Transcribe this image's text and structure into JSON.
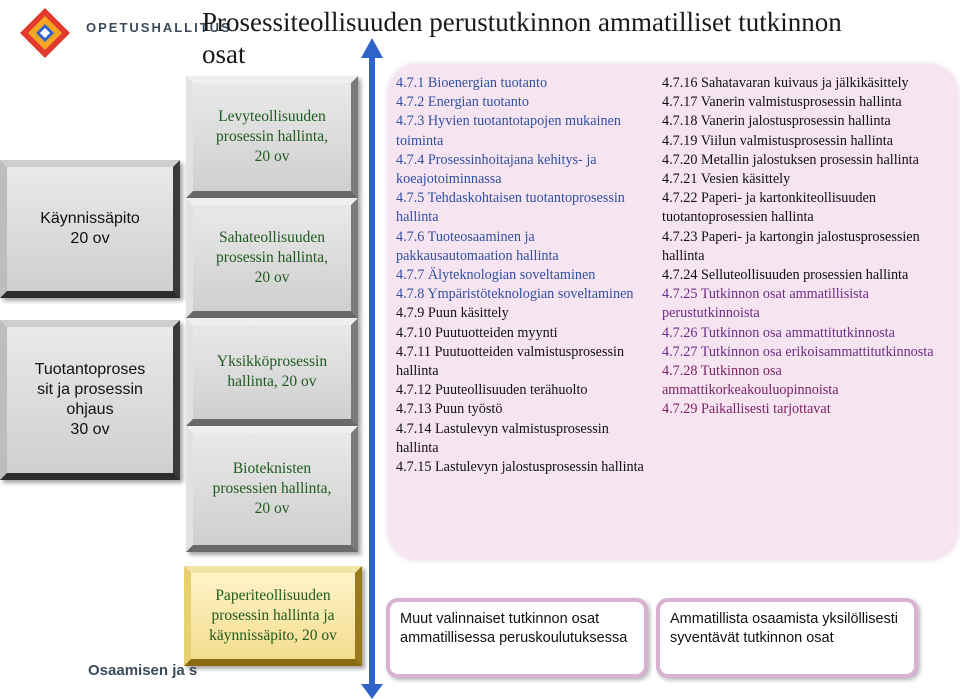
{
  "header": {
    "brand": "OPETUSHALLITUS",
    "title": "Prosessiteollisuuden perustutkinnon ammatilliset tutkinnon osat"
  },
  "left_boxes": [
    "Käynnissäpito\n20 ov",
    "Tuotantoproses\nsit ja prosessin\nohjaus\n30 ov"
  ],
  "middle_boxes": [
    "Levyteollisuuden\nprosessin hallinta,\n20 ov",
    "Sahateollisuuden\nprosessin hallinta,\n20 ov",
    "Yksikköprosessin\nhallinta, 20 ov",
    "Bioteknisten\nprosessien hallinta,\n20 ov",
    "Paperiteollisuuden\nprosessin hallinta ja\nkäynnissäpito, 20 ov"
  ],
  "column1": [
    {
      "text": "4.7.1 Bioenergian tuotanto",
      "style": "blue"
    },
    {
      "text": "4.7.2 Energian tuotanto",
      "style": "blue"
    },
    {
      "text": "4.7.3 Hyvien tuotantotapojen mukainen toiminta",
      "style": "blue"
    },
    {
      "text": "4.7.4 Prosessinhoitajana kehitys- ja koeajotoiminnassa",
      "style": "blue"
    },
    {
      "text": "4.7.5 Tehdaskohtaisen tuotantoprosessin hallinta",
      "style": "blue"
    },
    {
      "text": "4.7.6 Tuoteosaaminen ja pakkausautomaation hallinta",
      "style": "blue"
    },
    {
      "text": "4.7.7 Älyteknologian soveltaminen",
      "style": "blue"
    },
    {
      "text": "4.7.8 Ympäristöteknologian soveltaminen",
      "style": "blue"
    },
    {
      "text": "4.7.9 Puun käsittely",
      "style": "dark"
    },
    {
      "text": "4.7.10 Puutuotteiden myynti",
      "style": "dark"
    },
    {
      "text": "4.7.11 Puutuotteiden valmistusprosessin hallinta",
      "style": "dark"
    },
    {
      "text": "4.7.12 Puuteollisuuden terähuolto",
      "style": "dark"
    },
    {
      "text": "4.7.13 Puun työstö",
      "style": "dark"
    },
    {
      "text": "4.7.14 Lastulevyn valmistusprosessin hallinta",
      "style": "dark"
    },
    {
      "text": "4.7.15 Lastulevyn jalostusprosessin hallinta",
      "style": "dark"
    }
  ],
  "column2": [
    {
      "text": "4.7.16 Sahatavaran kuivaus ja jälkikäsittely",
      "style": "dark"
    },
    {
      "text": "4.7.17 Vanerin valmistusprosessin hallinta",
      "style": "dark"
    },
    {
      "text": "4.7.18 Vanerin jalostusprosessin hallinta",
      "style": "dark"
    },
    {
      "text": "4.7.19 Viilun valmistusprosessin hallinta",
      "style": "dark"
    },
    {
      "text": "4.7.20 Metallin jalostuksen prosessin hallinta",
      "style": "dark"
    },
    {
      "text": "4.7.21 Vesien käsittely",
      "style": "dark"
    },
    {
      "text": "4.7.22 Paperi- ja kartonkiteollisuuden tuotantoprosessien hallinta",
      "style": "dark"
    },
    {
      "text": "4.7.23 Paperi- ja kartongin jalostusprosessien hallinta",
      "style": "dark"
    },
    {
      "text": "4.7.24 Selluteollisuuden prosessien hallinta",
      "style": "dark"
    },
    {
      "text": "4.7.25 Tutkinnon osat ammatillisista perustutkinnoista",
      "style": "purple"
    },
    {
      "text": "4.7.26 Tutkinnon osa ammattitutkinnosta",
      "style": "purple"
    },
    {
      "text": "4.7.27 Tutkinnon osa erikoisammattitutkinnosta",
      "style": "purple"
    },
    {
      "text": "4.7.28 Tutkinnon osa ammattikorkeakouluopinnoista",
      "style": "red"
    },
    {
      "text": "4.7.29 Paikallisesti tarjottavat",
      "style": "last"
    }
  ],
  "bottom_boxes": [
    "Muut valinnaiset tutkinnon osat ammatillisessa peruskoulutuksessa",
    "Ammatillista osaamista yksilöllisesti syventävät tutkinnon osat"
  ],
  "footer": {
    "slogan": "Osaamisen ja s"
  },
  "colors": {
    "arrow": "#2f63c9",
    "panel": "#f7e4f1",
    "blue_text": "#2f51a3",
    "purple_text": "#6b2d86",
    "green_text": "#1f5a1f"
  }
}
